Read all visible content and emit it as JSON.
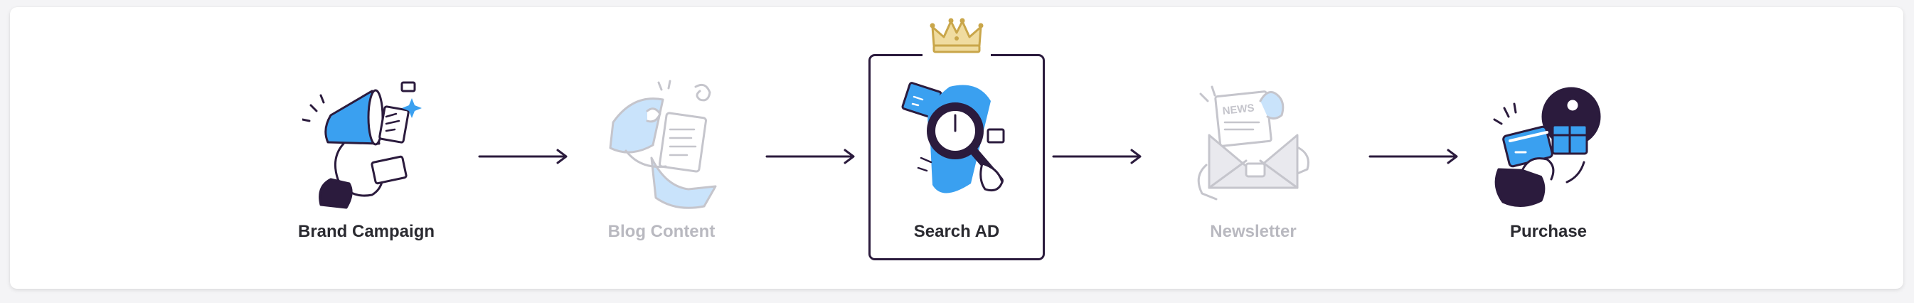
{
  "steps": [
    {
      "label": "Brand Campaign",
      "state": "active",
      "icon": "megaphone-icon"
    },
    {
      "label": "Blog Content",
      "state": "faded",
      "icon": "blog-document-icon"
    },
    {
      "label": "Search AD",
      "state": "highlighted",
      "icon": "magnifying-glass-icon"
    },
    {
      "label": "Newsletter",
      "state": "faded",
      "icon": "envelope-news-icon"
    },
    {
      "label": "Purchase",
      "state": "active",
      "icon": "shopping-card-icon"
    }
  ],
  "highlight_icon": "crown-icon",
  "colors": {
    "navy": "#2b1b3d",
    "blue": "#3aa0f0",
    "light_blue": "#c9e3fb",
    "faded": "#c5c5cc",
    "crown_gold": "#c9a64a"
  }
}
